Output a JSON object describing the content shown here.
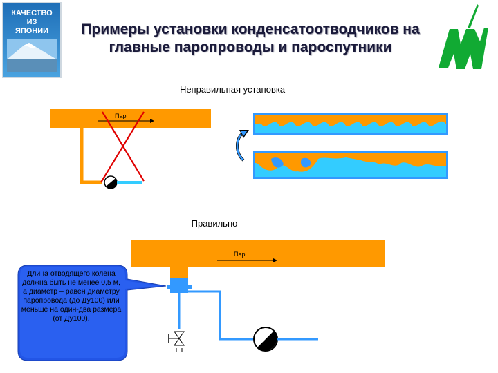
{
  "header": {
    "logo_lines": [
      "КАЧЕСТВО",
      "ИЗ",
      "ЯПОНИИ"
    ],
    "title_line1": "Примеры установки конденсатоотводчиков на",
    "title_line2": "главные паропроводы и пароспутники"
  },
  "wrong_section": {
    "title": "Неправильная установка",
    "steam_label": "Пар"
  },
  "right_section": {
    "title": "Правильно",
    "steam_label": "Пар",
    "callout": "Длина отводящего колена должна быть не менее 0,5 м, а диаметр – равен диаметру паропровода (до Ду100) или меньше на один-два размера (от Ду100)."
  },
  "colors": {
    "pipe": "#FF9900",
    "water": "#3399FF",
    "condensate": "#33CCFF",
    "cross": "#E00000",
    "callout": "#2255E6",
    "logo_bg": "#2A7FC8",
    "brand_green": "#11AA33"
  },
  "icons": [
    "mountain-logo-icon",
    "brand-logo-icon",
    "flip-arrow-icon",
    "steam-trap-icon",
    "valve-icon"
  ]
}
